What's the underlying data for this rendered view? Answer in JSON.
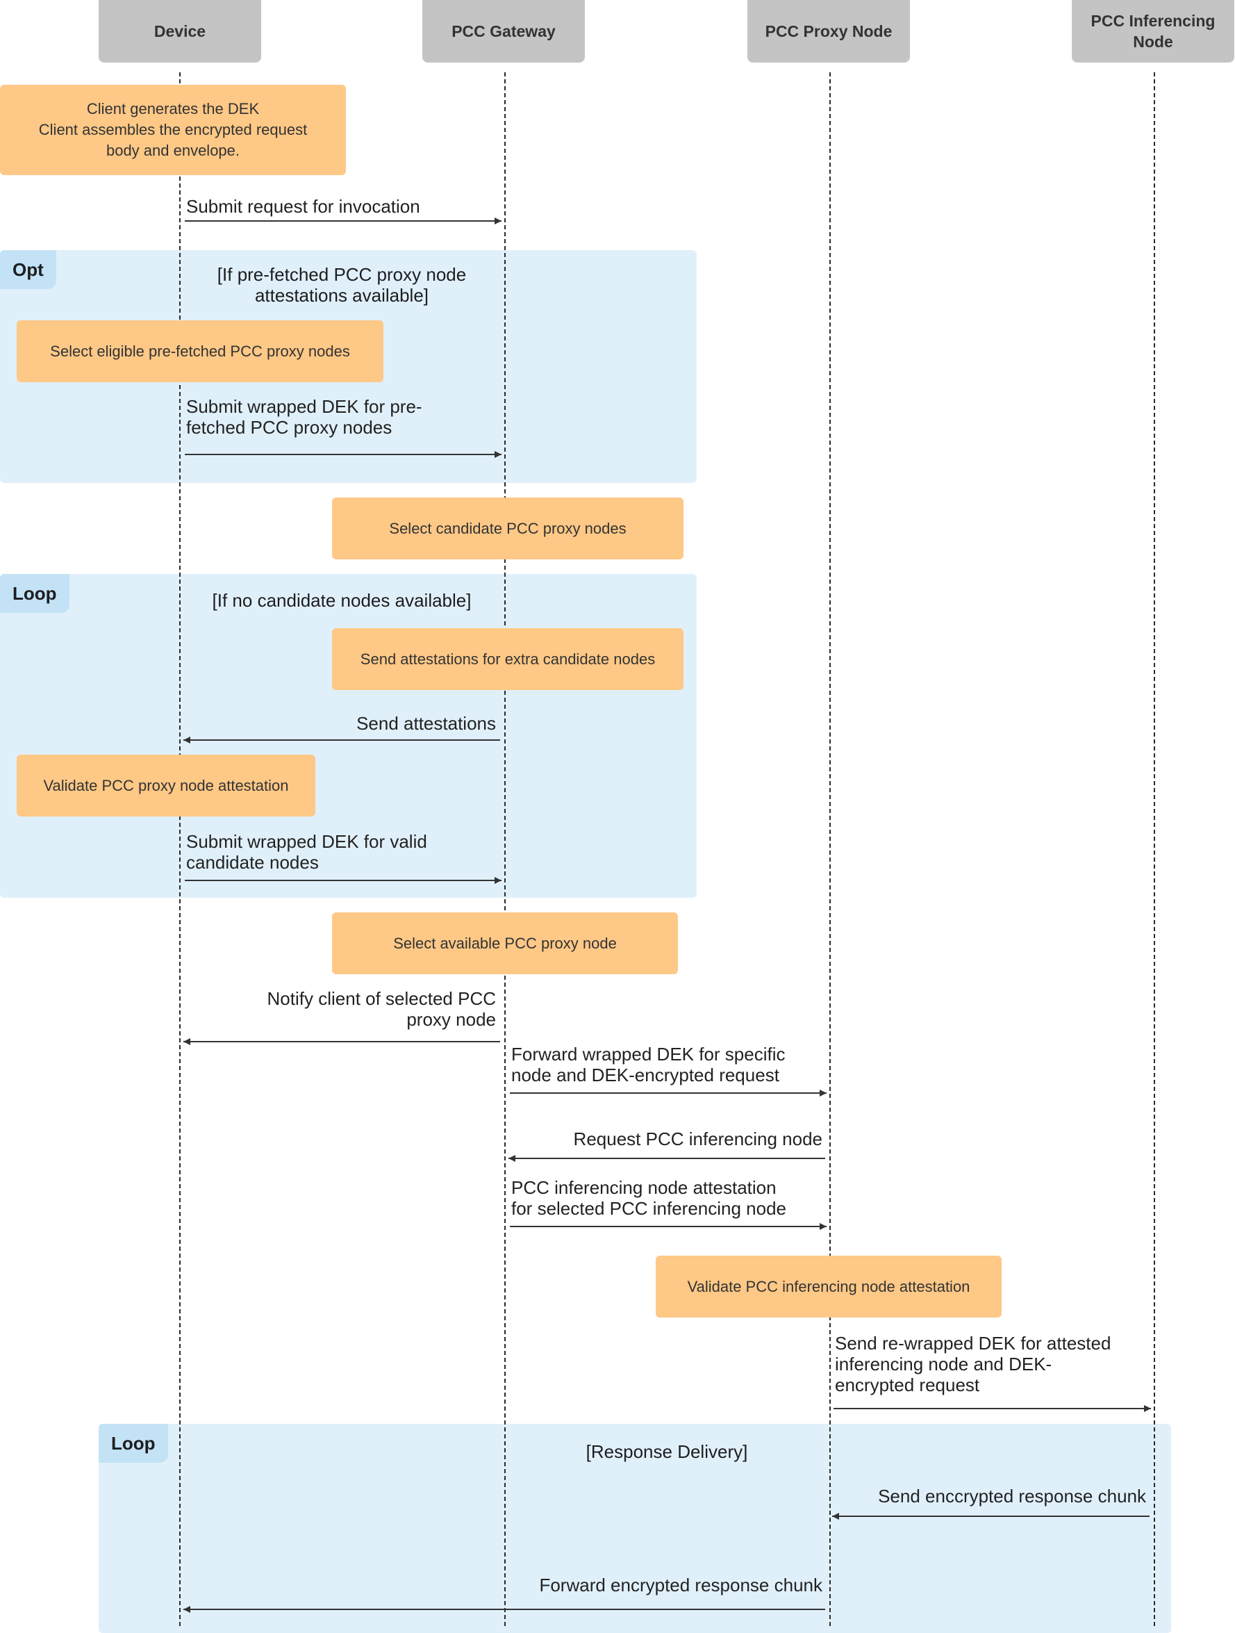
{
  "actors": {
    "device": "Device",
    "gateway": "PCC Gateway",
    "proxy": "PCC Proxy Node",
    "inference": "PCC Inferencing\nNode"
  },
  "notes": {
    "client_generates": "Client generates the DEK\nClient assembles the encrypted request\nbody and envelope.",
    "select_prefetched": "Select eligible pre-fetched PCC proxy nodes",
    "select_candidate": "Select candidate PCC proxy nodes",
    "send_attestations_extra": "Send attestations for extra candidate nodes",
    "validate_proxy": "Validate PCC proxy node attestation",
    "select_available": "Select available PCC proxy node",
    "validate_inference": "Validate PCC inferencing node attestation"
  },
  "frames": {
    "opt": {
      "tag": "Opt",
      "guard": "[If pre-fetched PCC proxy node\nattestations available]"
    },
    "loop1": {
      "tag": "Loop",
      "guard": "[If no candidate nodes available]"
    },
    "loop2": {
      "tag": "Loop",
      "guard": "[Response Delivery]"
    }
  },
  "messages": {
    "m1": "Submit request for invocation",
    "m2": "Submit wrapped DEK for pre-\nfetched PCC proxy nodes",
    "m3": "Send attestations",
    "m4": "Submit wrapped DEK for valid\ncandidate nodes",
    "m5": "Notify client of selected PCC\nproxy node",
    "m6": "Forward wrapped DEK for specific\nnode and DEK-encrypted request",
    "m7": "Request PCC inferencing node",
    "m8": "PCC inferencing node attestation\nfor selected PCC inferencing node",
    "m9": "Send re-wrapped DEK for attested\ninferencing node and DEK-\nencrypted request",
    "m10": "Send enccrypted response chunk",
    "m11": "Forward encrypted response chunk"
  }
}
